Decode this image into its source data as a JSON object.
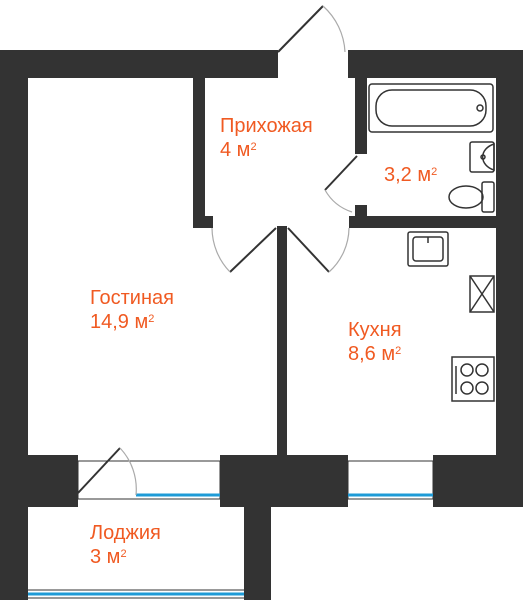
{
  "colors": {
    "wall": "#333333",
    "label": "#f05a22",
    "glass": "#1e9bd7",
    "fixture": "#333333"
  },
  "rooms": {
    "hallway": {
      "name": "Прихожая",
      "area_value": "4 м",
      "area_unit_sup": "2"
    },
    "bathroom": {
      "name": "",
      "area_value": "3,2 м",
      "area_unit_sup": "2"
    },
    "living": {
      "name": "Гостиная",
      "area_value": "14,9 м",
      "area_unit_sup": "2"
    },
    "kitchen": {
      "name": "Кухня",
      "area_value": "8,6 м",
      "area_unit_sup": "2"
    },
    "loggia": {
      "name": "Лоджия",
      "area_value": "3 м",
      "area_unit_sup": "2"
    }
  },
  "fixtures": [
    "bathtub-icon",
    "washbasin-icon",
    "toilet-icon",
    "kitchen-sink-icon",
    "ventilation-shaft-icon",
    "stove-icon"
  ]
}
